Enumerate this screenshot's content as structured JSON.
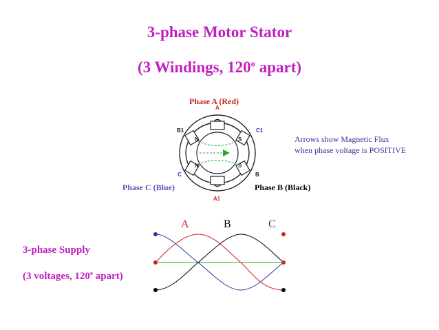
{
  "title": {
    "line1": "3-phase Motor Stator",
    "line2_pre": "(3 Windings, 120",
    "line2_sup": "o",
    "line2_post": " apart)"
  },
  "stator": {
    "label_a": "Phase A (Red)",
    "label_b": "Phase B (Black)",
    "label_c": "Phase C (Blue)",
    "terminal_a": "A",
    "terminal_a1": "A1",
    "terminal_b": "B",
    "terminal_b1": "B1",
    "terminal_c": "C",
    "terminal_c1": "C1",
    "pole_n1": "N",
    "pole_n2": "N",
    "pole_s1": "S",
    "pole_s2": "S"
  },
  "note": {
    "line1": "Arrows show Magnetic Flux",
    "line2": "when phase voltage is POSITIVE"
  },
  "waveform": {
    "label_a": "A",
    "label_b": "B",
    "label_c": "C"
  },
  "supply": {
    "line1": "3-phase Supply",
    "line2_pre": "(3 voltages, 120",
    "line2_sup": "o",
    "line2_post": " apart)"
  },
  "colors": {
    "title": "#c020c0",
    "phase_a": "#cc2222",
    "phase_b": "#000000",
    "phase_c": "#5555bb",
    "flux": "#22aa22"
  }
}
